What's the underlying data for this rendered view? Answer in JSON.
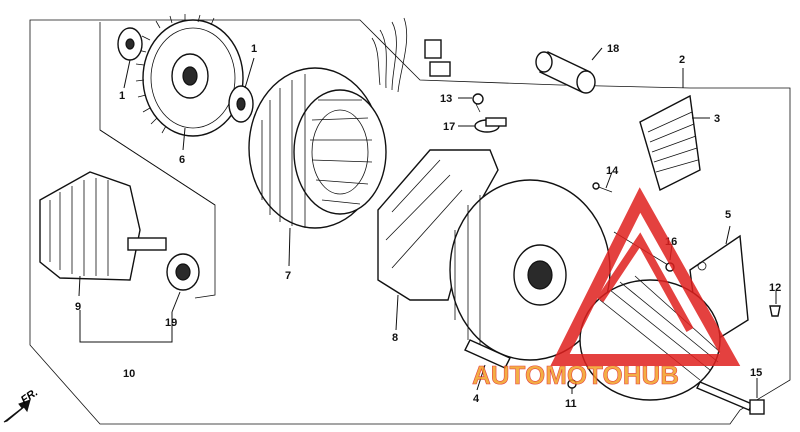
{
  "callouts": {
    "p1a": "1",
    "p1b": "1",
    "p2": "2",
    "p3": "3",
    "p4": "4",
    "p5": "5",
    "p6": "6",
    "p7": "7",
    "p8": "8",
    "p9": "9",
    "p10": "10",
    "p11": "11",
    "p12": "12",
    "p13": "13",
    "p14": "14",
    "p15": "15",
    "p16": "16",
    "p17": "17",
    "p18": "18",
    "p19": "19"
  },
  "direction_label": "FR.",
  "watermark": {
    "text": "AUTOMOTOHUB",
    "color_red": "#e0201e",
    "color_orange": "#f2a024"
  }
}
